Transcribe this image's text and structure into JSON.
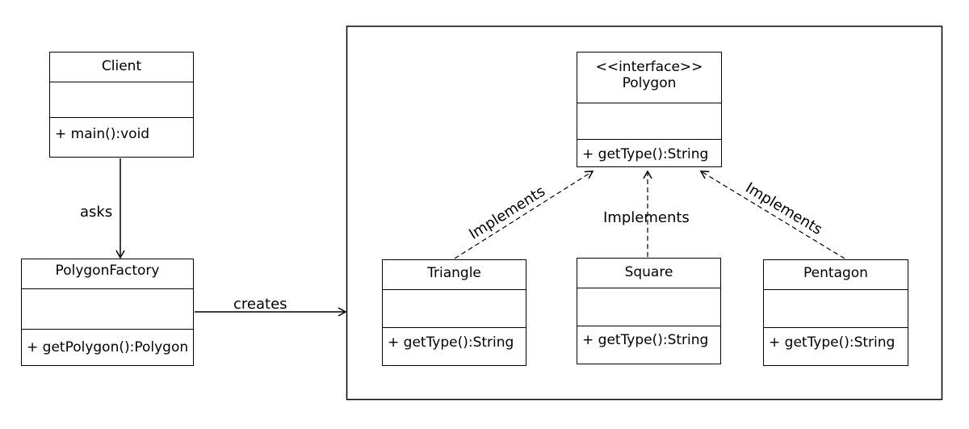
{
  "classes": {
    "client": {
      "name": "Client",
      "operation": "+ main():void"
    },
    "polygon_factory": {
      "name": "PolygonFactory",
      "operation": "+ getPolygon():Polygon"
    },
    "polygon": {
      "stereotype": "<<interface>>",
      "name": "Polygon",
      "operation": "+ getType():String"
    },
    "triangle": {
      "name": "Triangle",
      "operation": "+ getType():String"
    },
    "square": {
      "name": "Square",
      "operation": "+ getType():String"
    },
    "pentagon": {
      "name": "Pentagon",
      "operation": "+ getType():String"
    }
  },
  "relations": {
    "asks": "asks",
    "creates": "creates",
    "implements_triangle": "Implements",
    "implements_square": "Implements",
    "implements_pentagon": "Implements"
  }
}
